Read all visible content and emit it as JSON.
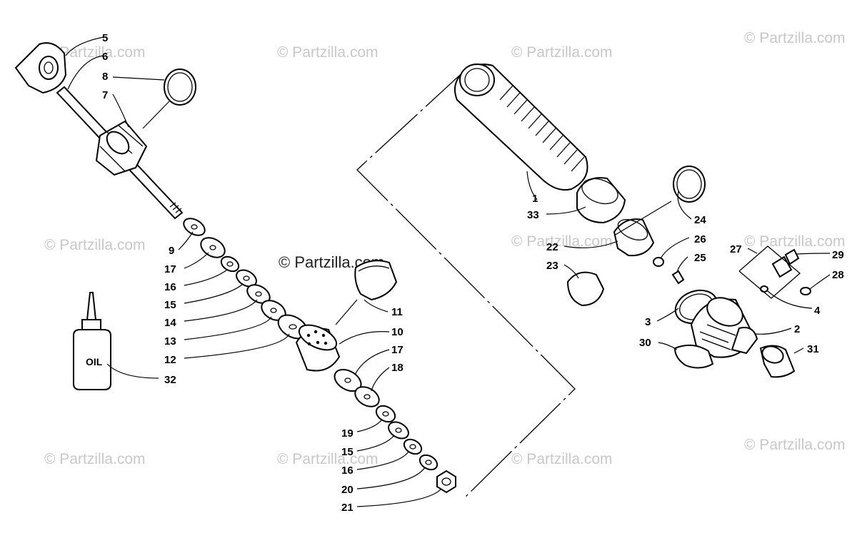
{
  "watermark": {
    "main": "© Partzilla.com",
    "tile": "© Partzilla.com"
  },
  "bottle_label": "OIL",
  "callouts": {
    "n1": "1",
    "n2": "2",
    "n3": "3",
    "n4": "4",
    "n5": "5",
    "n6": "6",
    "n7": "7",
    "n8": "8",
    "n9": "9",
    "n10": "10",
    "n11": "11",
    "n12": "12",
    "n13": "13",
    "n14": "14",
    "n15a": "15",
    "n15b": "15",
    "n16a": "16",
    "n16b": "16",
    "n17a": "17",
    "n17b": "17",
    "n18": "18",
    "n19": "19",
    "n20": "20",
    "n21": "21",
    "n22": "22",
    "n23": "23",
    "n24": "24",
    "n25": "25",
    "n26": "26",
    "n27": "27",
    "n28": "28",
    "n29": "29",
    "n30": "30",
    "n31": "31",
    "n32": "32",
    "n33": "33"
  }
}
